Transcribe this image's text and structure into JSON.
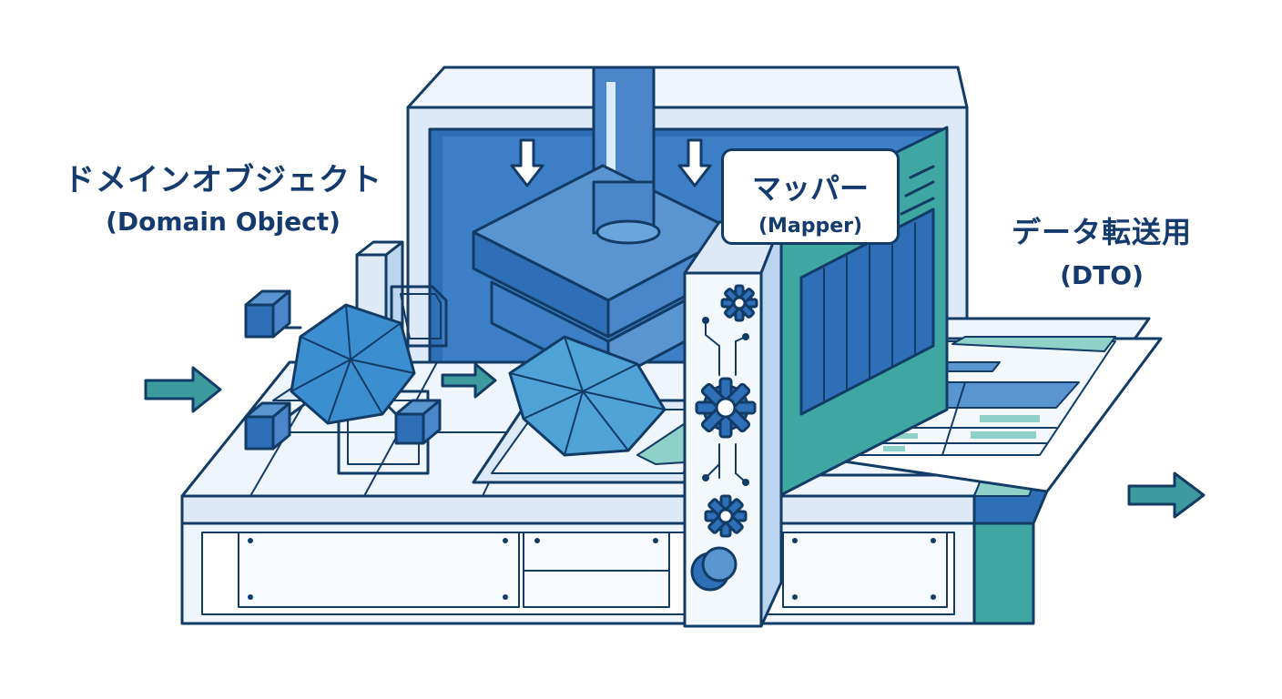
{
  "labels": {
    "domain_object": {
      "ja": "ドメインオブジェクト",
      "en": "(Domain Object)"
    },
    "mapper": {
      "ja": "マッパー",
      "en": "(Mapper)"
    },
    "dto": {
      "ja": "データ転送用",
      "en": "(DTO)"
    }
  },
  "colors": {
    "outline": "#123b66",
    "blue_dark": "#2f6fb8",
    "blue_mid": "#5a95d0",
    "blue_light": "#dde9f7",
    "pale": "#eef5fc",
    "teal": "#3fa6a2",
    "teal_light": "#8fd0c8",
    "arrow": "#3d9b9e"
  },
  "icons": [
    "right-arrow-icon",
    "down-arrow-icon",
    "gear-icon",
    "circuit-icon"
  ]
}
